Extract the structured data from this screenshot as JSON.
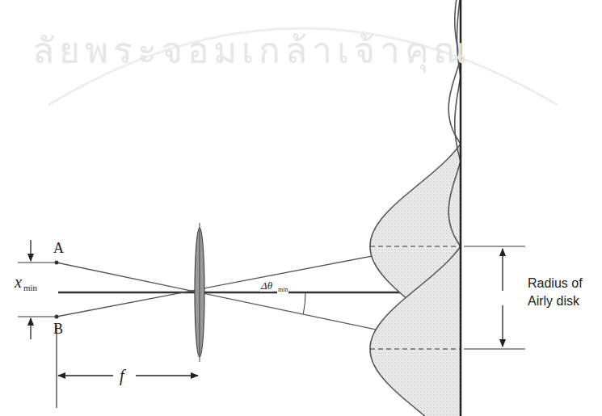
{
  "diagram": {
    "labels": [
      "ลัยพระจอมเกล้าเจ้าคุณ",
      "A",
      "x",
      "min",
      "B",
      "f",
      "Δθ",
      "min",
      "Radius of Airly disk"
    ]
  }
}
